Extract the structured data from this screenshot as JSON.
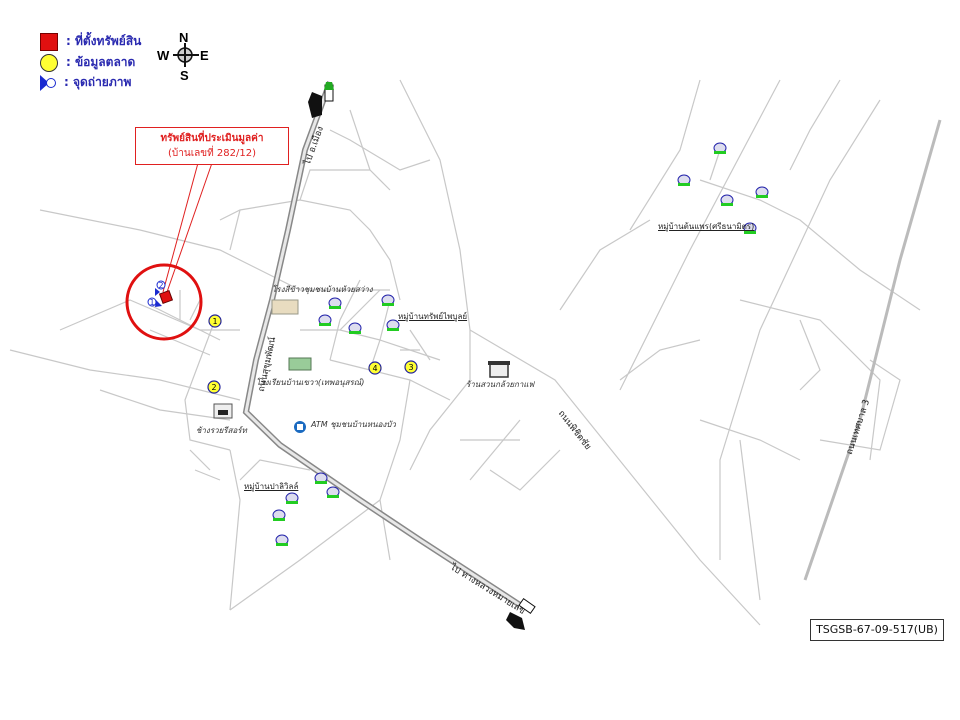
{
  "legend": {
    "items": [
      {
        "label": ": ที่ตั้งทรัพย์สิน",
        "icon": "red-square",
        "color": "#e01010"
      },
      {
        "label": ": ข้อมูลตลาด",
        "icon": "yellow-circle",
        "color": "#ffff33"
      },
      {
        "label": ": จุดถ่ายภาพ",
        "icon": "photo-point",
        "color": "#1a2ad0"
      }
    ]
  },
  "compass": {
    "n": "N",
    "s": "S",
    "e": "E",
    "w": "W"
  },
  "callout": {
    "title": "ทรัพย์สินที่ประเมินมูลค่า",
    "subtitle": "(บ้านเลขที่ 282/12)"
  },
  "photo_points": [
    "1",
    "2"
  ],
  "market_points": [
    "1",
    "2",
    "3",
    "4"
  ],
  "places": {
    "rice_mill": "โรงสีข้าวชุมชนบ้านห้วยสว่าง",
    "village_1": "หมู่บ้านทรัพย์ไพบูลย์",
    "school": "โรงเรียนบ้านเขวา(เทพอนุสรณ์)",
    "atm": "ATM ชุมชนบ้านหนองบัว",
    "hotel": "ช้างรวยรีสอร์ท",
    "coffee": "ร้านสวนกล้วยกาแฟ",
    "village_2": "หมู่บ้านปาลิวิลล์",
    "village_3": "หมู่บ้านต้นแพร(ศรีธนามิตร)"
  },
  "roads": {
    "top": "ไป อ.เมือง",
    "vertical": "ถนนสุขุมพัฒน์",
    "bottom": "ไป ทางหลวงหมายเลข",
    "diagonal": "ถนนพิชิตชัย",
    "right": "ถนนเทศบาล 3"
  },
  "code": "TSGSB-67-09-517(UB)"
}
